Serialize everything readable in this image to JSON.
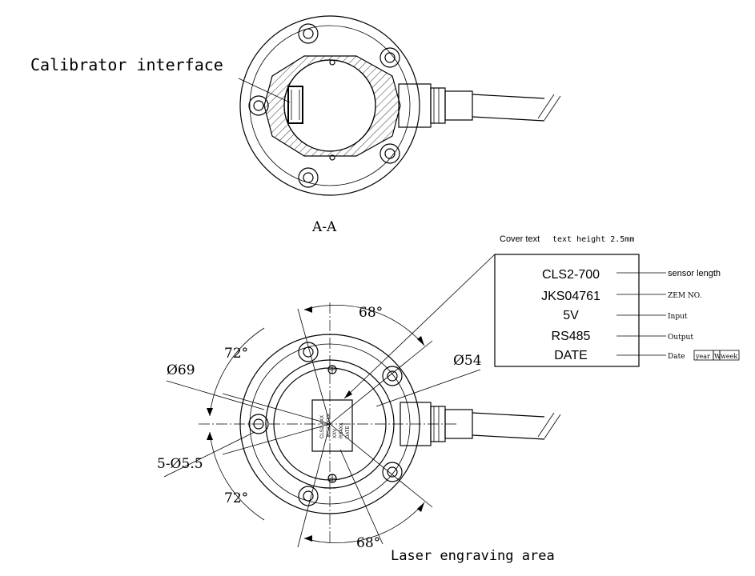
{
  "section_view": {
    "callout": "Calibrator interface",
    "caption": "A-A"
  },
  "cover": {
    "title": "Cover text",
    "note": "text height 2.5mm",
    "lines": [
      "CLS2-700",
      "JKS04761",
      "5V",
      "RS485",
      "DATE"
    ],
    "labels": [
      "sensor length",
      "ZEM NO.",
      "Input",
      "Output",
      "Date"
    ],
    "date_fields": [
      "year",
      "W",
      "week"
    ]
  },
  "dimensions": {
    "angle_top": "68°",
    "angle_bottom": "68°",
    "angle_left_upper": "72°",
    "angle_left_lower": "72°",
    "outer_diameter": "Ø69",
    "inner_diameter": "Ø54",
    "holes": "5-Ø5.5"
  },
  "laser_area": {
    "callout": "Laser engraving area",
    "engraving_lines": [
      "CLS2-XXX",
      "JKSXXXXX",
      "XXV",
      "RS4XX",
      "DATE"
    ]
  }
}
